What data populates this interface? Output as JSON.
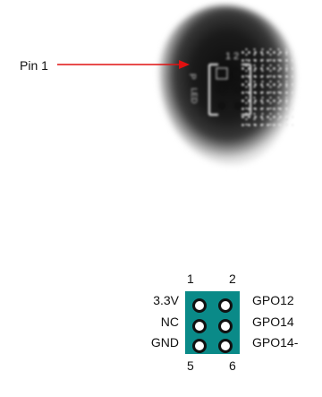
{
  "photo": {
    "pin_label": "Pin 1",
    "arrow_color": "#e01010",
    "silkscreen": [
      "1",
      "2",
      "P",
      "LED"
    ]
  },
  "header": {
    "column_numbers": {
      "top_left": "1",
      "top_right": "2",
      "bottom_left": "5",
      "bottom_right": "6"
    },
    "left_labels": [
      "3.3V",
      "NC",
      "GND"
    ],
    "right_labels": [
      "GPO12",
      "GPO14",
      "GPO14-"
    ],
    "connector_color": "#0a8a88",
    "rows": 3,
    "columns": 2
  }
}
